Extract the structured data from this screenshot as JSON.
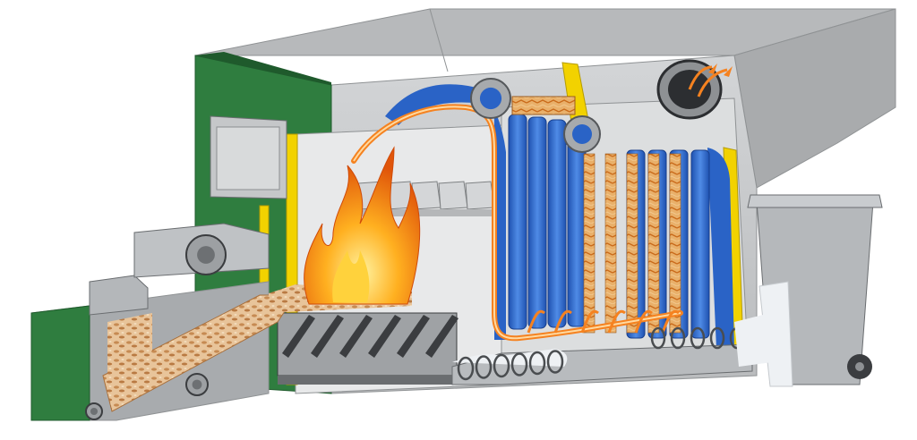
{
  "diagram": {
    "kind": "biomass-boiler-cutaway",
    "colors": {
      "casing_gray": "#c9cbcd",
      "casing_top": "#b7b9bb",
      "casing_dark": "#8f9294",
      "panel_green": "#2f7d3f",
      "panel_green_dark": "#1f5a2c",
      "water_blue": "#2a63c6",
      "water_blue_light": "#4f8be6",
      "insulation_yellow": "#f2d200",
      "flame_orange": "#f07a12",
      "flame_yellow": "#ffd23c",
      "flue_orange": "#f58220",
      "chips_tan": "#d9a46b",
      "chips_dark": "#a9703c",
      "ash_white": "#eef1f4",
      "bin_gray": "#b5b8bb",
      "grate_dark": "#3b3d40",
      "pipe_ring": "#2c2e31"
    },
    "components": [
      {
        "id": "fuel-hopper",
        "icon": "hopper-icon"
      },
      {
        "id": "feed-auger",
        "icon": "auger-icon"
      },
      {
        "id": "wood-chips",
        "icon": "wood-chips-icon"
      },
      {
        "id": "drive-motor",
        "icon": "motor-icon"
      },
      {
        "id": "moving-grate",
        "icon": "grate-icon"
      },
      {
        "id": "combustion-flame",
        "icon": "flame-icon"
      },
      {
        "id": "flue-gas-path",
        "icon": "flow-arrow-icon"
      },
      {
        "id": "heat-exchanger-tubes",
        "icon": "heat-exchanger-icon"
      },
      {
        "id": "water-jacket",
        "icon": "water-jacket-icon"
      },
      {
        "id": "ash-auger",
        "icon": "auger-icon"
      },
      {
        "id": "ash-bin",
        "icon": "bin-icon"
      },
      {
        "id": "flue-outlet",
        "icon": "flue-outlet-icon"
      }
    ]
  }
}
